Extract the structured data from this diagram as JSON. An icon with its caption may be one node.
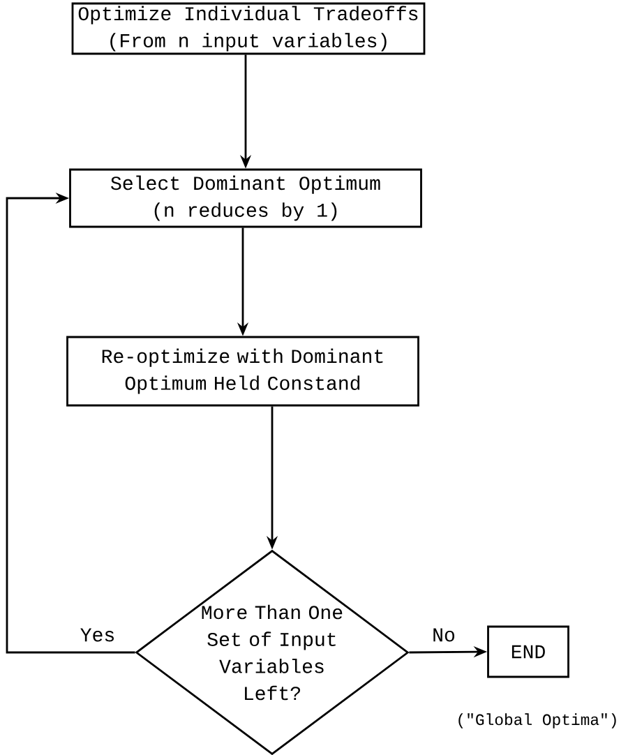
{
  "diagram": {
    "nodes": [
      {
        "text": [
          "Optimize Individual Tradeoffs",
          "(From n input variables)"
        ]
      },
      {
        "text": [
          "Select Dominant Optimum",
          "(n reduces by 1)"
        ]
      },
      {
        "text": [
          "Re-optimize with Dominant Optimum Held Constand"
        ]
      },
      {
        "text": [
          "More Than One Set of Input Variables Left?"
        ]
      },
      {
        "text": [
          "END"
        ],
        "beside": [
          "(\"Global Optima\")"
        ]
      }
    ],
    "edges": [
      {
        "from": 0,
        "to": 1,
        "arrow": "to"
      },
      {
        "from": 1,
        "to": 2,
        "arrow": "to"
      },
      {
        "from": 2,
        "to": 3,
        "arrow": "to"
      },
      {
        "from": 3,
        "to": 1,
        "arrow": "to",
        "label": "Yes"
      },
      {
        "from": 3,
        "to": 4,
        "arrow": "to",
        "label": "No"
      }
    ]
  }
}
